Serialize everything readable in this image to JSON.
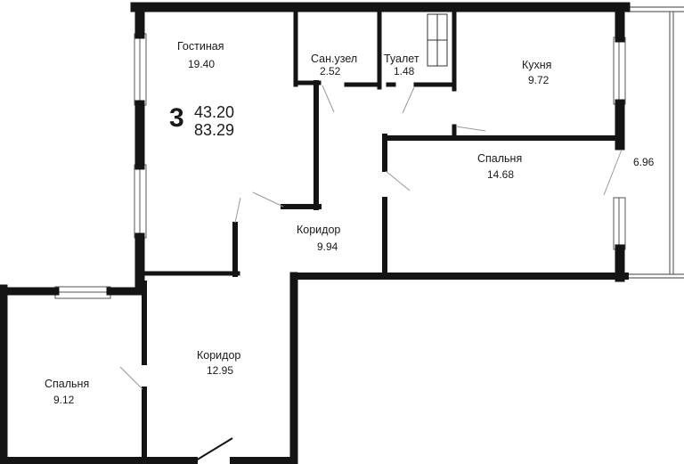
{
  "plan": {
    "rooms_count": "3",
    "living_area": "43.20",
    "total_area": "83.29",
    "rooms": {
      "living_room": {
        "name": "Гостиная",
        "area": "19.40"
      },
      "bathroom": {
        "name": "Сан.узел",
        "area": "2.52"
      },
      "toilet": {
        "name": "Туалет",
        "area": "1.48"
      },
      "kitchen": {
        "name": "Кухня",
        "area": "9.72"
      },
      "bedroom_east": {
        "name": "Спальня",
        "area": "14.68"
      },
      "balcony": {
        "name": "",
        "area": "6.96"
      },
      "corridor_upper": {
        "name": "Коридор",
        "area": "9.94"
      },
      "corridor_lower": {
        "name": "Коридор",
        "area": "12.95"
      },
      "bedroom_west": {
        "name": "Спальня",
        "area": "9.12"
      }
    }
  }
}
